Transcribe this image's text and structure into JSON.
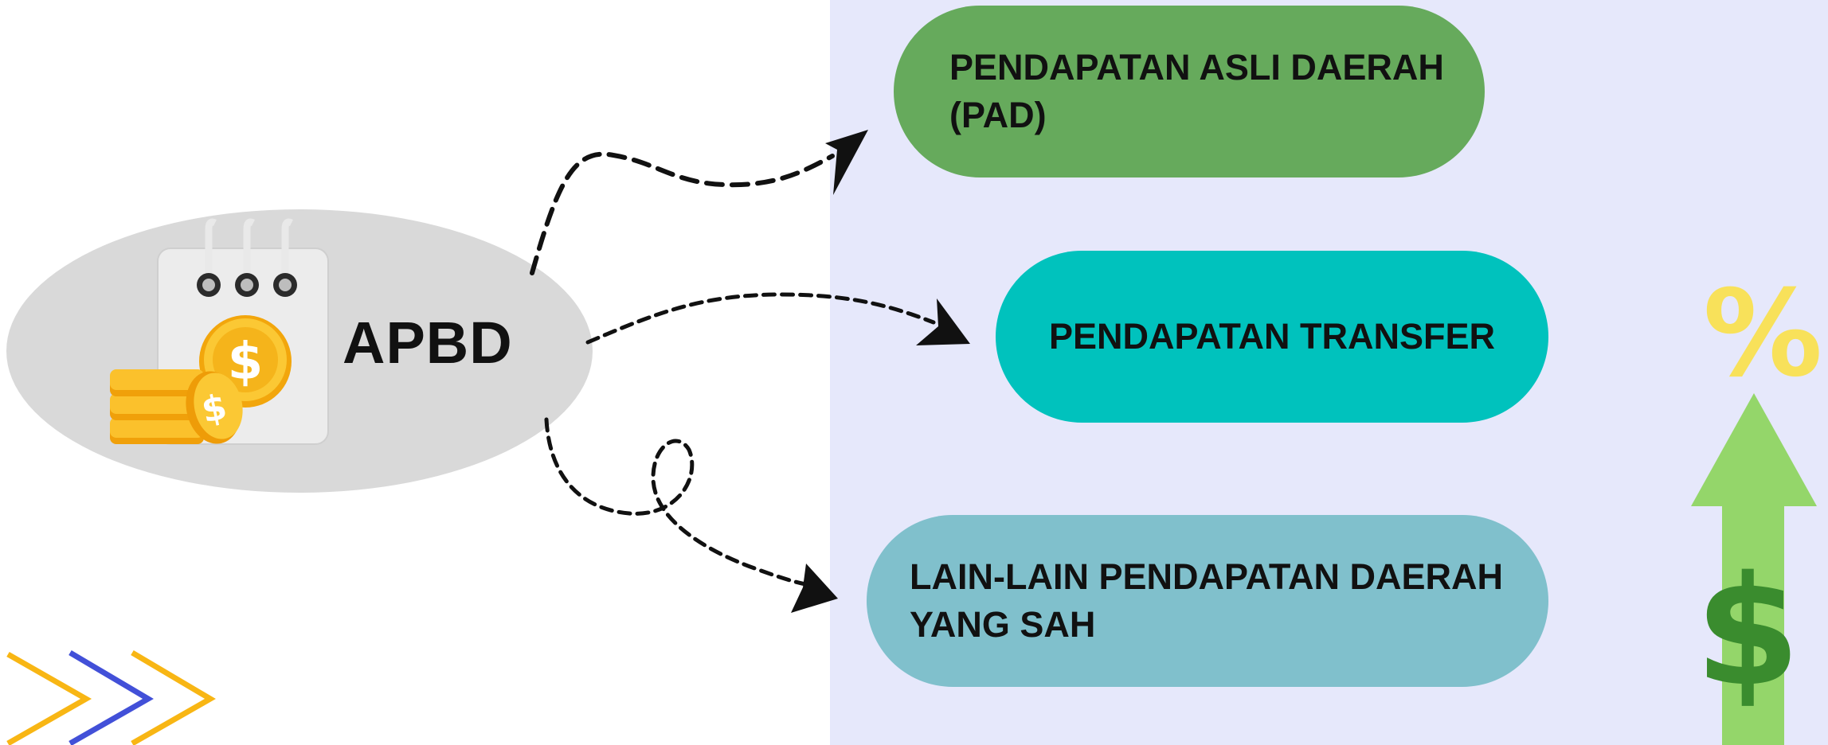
{
  "source": {
    "label": "APBD",
    "icon": "calendar-coins-icon"
  },
  "targets": [
    {
      "lines": [
        "PENDAPATAN ASLI DAERAH",
        "(PAD)"
      ],
      "color": "#66aa5c"
    },
    {
      "lines": [
        "PENDAPATAN TRANSFER"
      ],
      "color": "#00c2bd"
    },
    {
      "lines": [
        "LAIN-LAIN PENDAPATAN DAERAH",
        "YANG SAH"
      ],
      "color": "#80c0cc"
    }
  ],
  "decor": {
    "panel_color": "#e6e8fb",
    "percent_symbol": "%",
    "dollar_symbol": "$",
    "arrow_color": "#94d66a",
    "chevron_colors": [
      "#f8b614",
      "#4250d8",
      "#f8b614"
    ]
  }
}
